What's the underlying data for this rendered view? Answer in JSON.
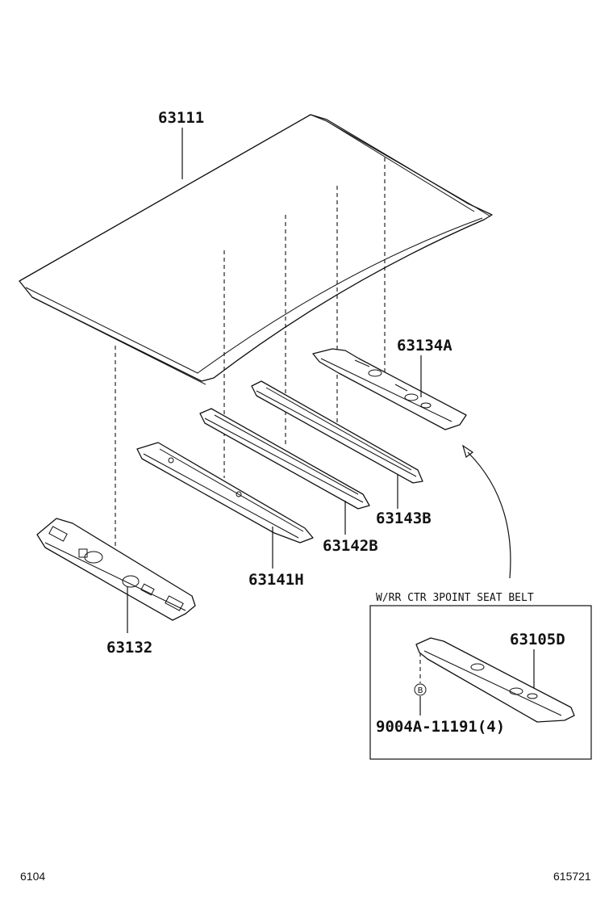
{
  "parts": {
    "roof_panel": "63111",
    "rail_rear_a": "63134A",
    "reinforcement_b": "63143B",
    "reinforcement_b2": "63142B",
    "reinforcement_h": "63141H",
    "front_header": "63132"
  },
  "inset": {
    "title": "W/RR CTR 3POINT SEAT BELT",
    "part": "63105D",
    "bolt_marker": "B",
    "bolt_part": "9004A-11191(4)"
  },
  "footer": {
    "left_code": "6104",
    "right_code": "615721"
  }
}
